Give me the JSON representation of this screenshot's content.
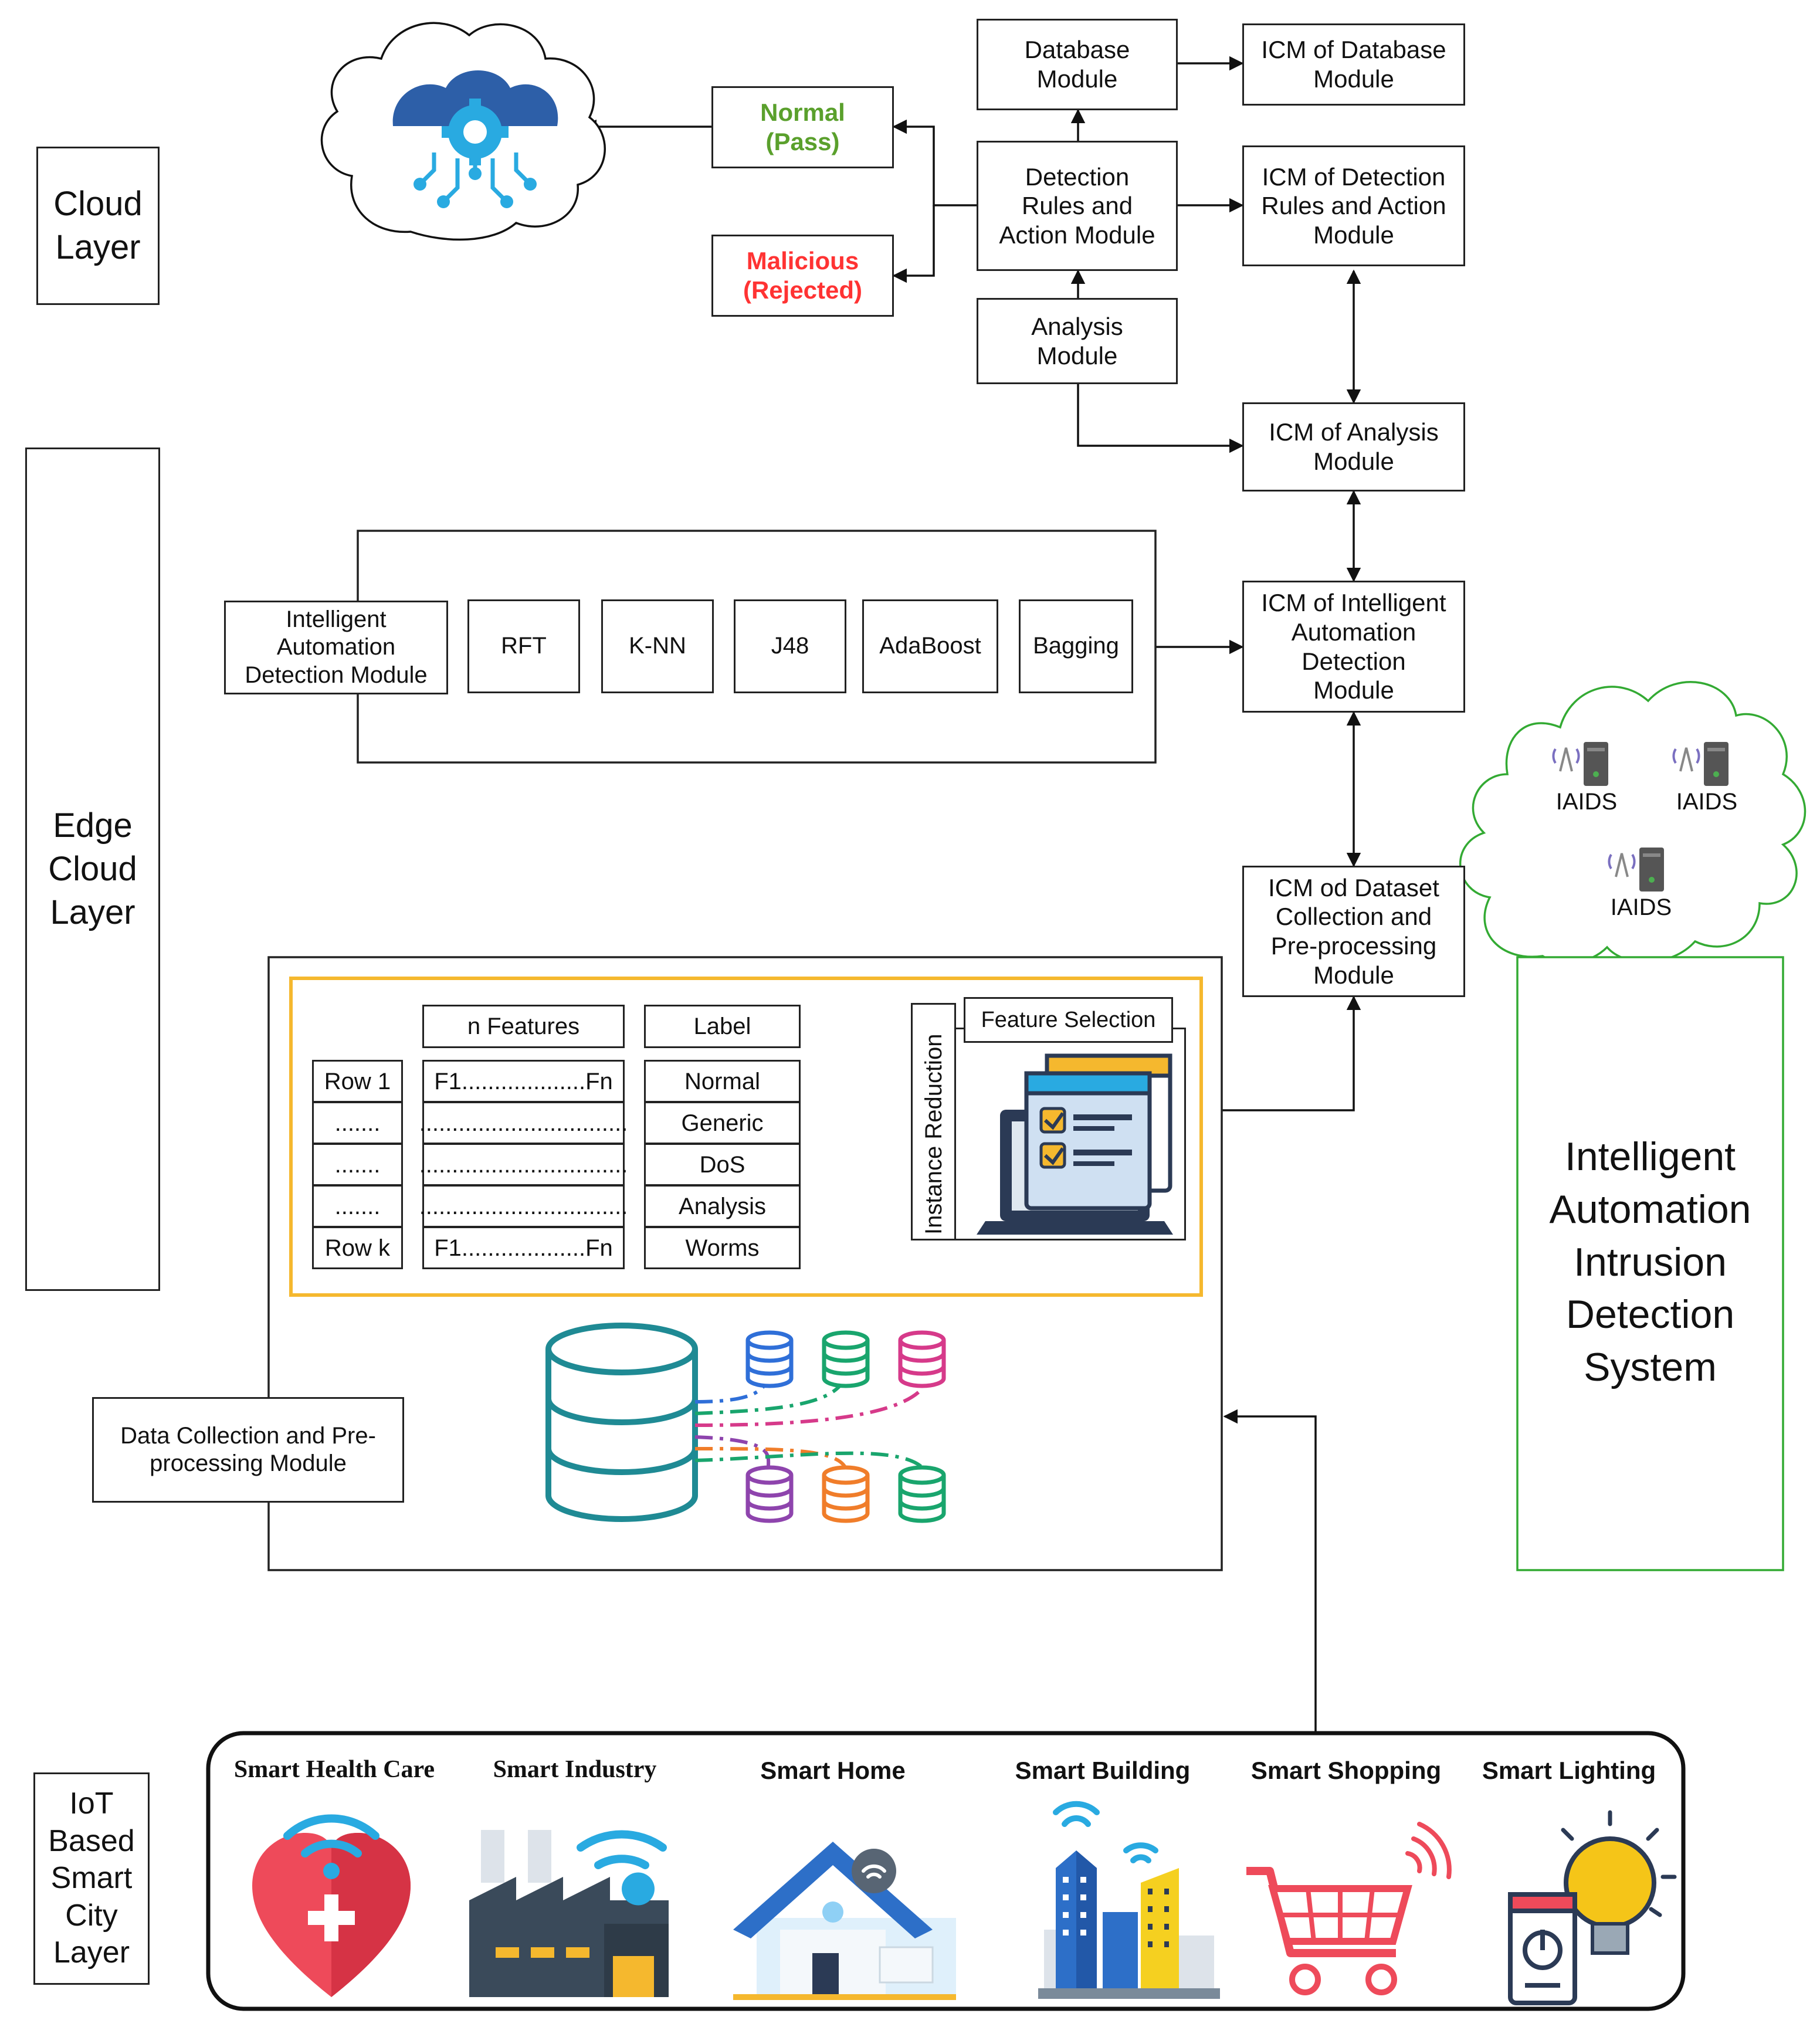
{
  "layers": {
    "cloud": "Cloud\nLayer",
    "edge": "Edge\nCloud\nLayer",
    "iot": "IoT\nBased\nSmart\nCity\nLayer"
  },
  "cloud_modules": {
    "database": "Database\nModule",
    "detection_rules": "Detection\nRules and\nAction Module",
    "analysis": "Analysis\nModule",
    "normal": "Normal\n(Pass)",
    "malicious": "Malicious\n(Rejected)"
  },
  "icm": {
    "database": "ICM of Database\nModule",
    "detection_rules": "ICM of Detection\nRules and Action\nModule",
    "analysis": "ICM of Analysis\nModule",
    "intelligent": "ICM of Intelligent\nAutomation\nDetection\nModule",
    "dataset": "ICM od Dataset\nCollection and\nPre-processing\nModule"
  },
  "edge": {
    "iad_module": "Intelligent\nAutomation\nDetection Module",
    "algorithms": [
      "RFT",
      "K-NN",
      "J48",
      "AdaBoost",
      "Bagging"
    ],
    "features_header": "n Features",
    "label_header": "Label",
    "rows": [
      "Row 1",
      ".......",
      ".......",
      ".......",
      "Row k"
    ],
    "feature_cells": [
      "F1...................Fn",
      "................................",
      "................................",
      "................................",
      "F1...................Fn"
    ],
    "labels": [
      "Normal",
      "Generic",
      "DoS",
      "Analysis",
      "Worms"
    ],
    "instance_reduction": "Instance Reduction",
    "feature_selection": "Feature Selection",
    "data_collection": "Data Collection and Pre-\nprocessing Module"
  },
  "iaids": {
    "node_label": "IAIDS",
    "system_title": "Intelligent\nAutomation\nIntrusion\nDetection\nSystem"
  },
  "iot_items": [
    "Smart Health Care",
    "Smart Industry",
    "Smart Home",
    "Smart Building",
    "Smart Shopping",
    "Smart Lighting"
  ],
  "colors": {
    "normal": "#5aa02c",
    "malicious": "#ff3333",
    "highlight_border": "#f5b82e",
    "iaids_border": "#33aa33",
    "cloud_blue": "#2d5fa8",
    "cloud_cyan": "#29aae1"
  },
  "icons": [
    "cloud-gear-circuit-icon",
    "database-hub-icon",
    "checklist-laptop-icon",
    "heart-wifi-icon",
    "factory-wifi-icon",
    "house-wifi-icon",
    "buildings-wifi-icon",
    "cart-wifi-icon",
    "bulb-phone-icon",
    "server-antenna-icon"
  ]
}
